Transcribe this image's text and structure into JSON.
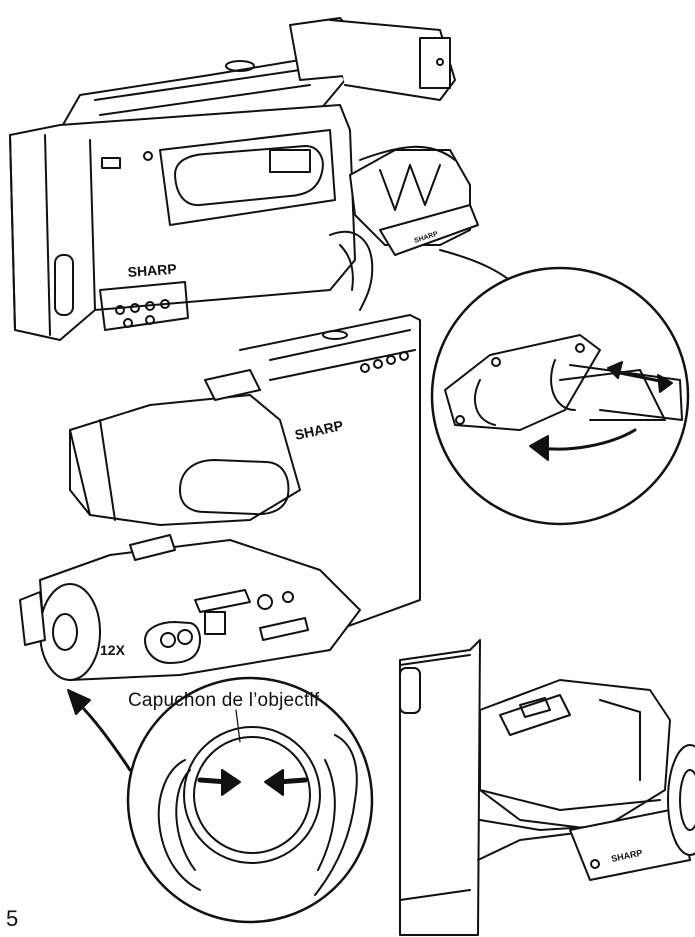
{
  "brand": {
    "logo_text": "SHARP"
  },
  "figures": {
    "top": {
      "brand_text": "SHARP"
    },
    "strap_detail": {},
    "middle": {
      "brand_text": "SHARP",
      "zoom_label": "12X"
    },
    "lens_cap": {
      "caption": "Capuchon de l’objectif"
    },
    "bottom_right": {
      "brand_text": "SHARP"
    }
  },
  "footer": {
    "page_number": "5"
  }
}
